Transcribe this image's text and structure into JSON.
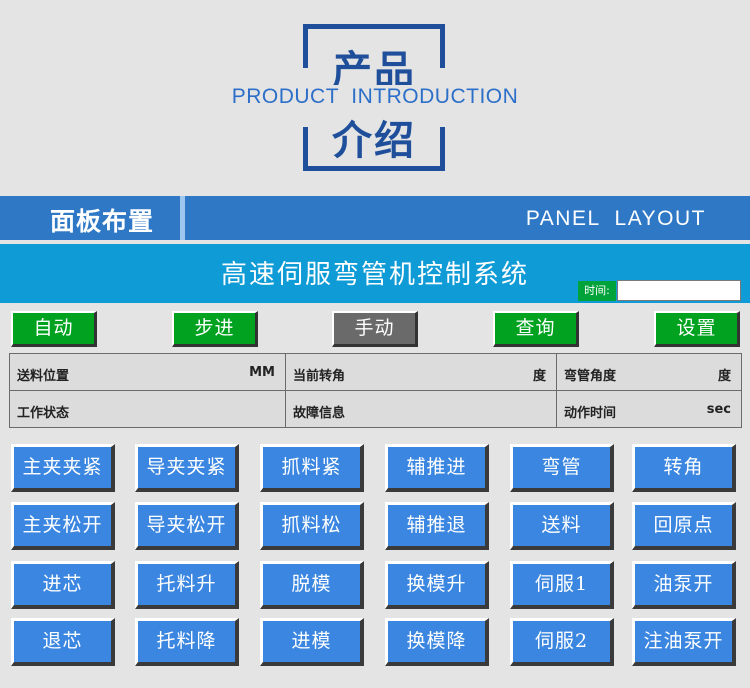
{
  "hero": {
    "title_top": "产品",
    "title_en": "PRODUCT  INTRODUCTION",
    "title_bottom": "介绍"
  },
  "banner": {
    "cn": "面板布置",
    "en": "PANEL  LAYOUT"
  },
  "system": {
    "title": "高速伺服弯管机控制系统",
    "time_label": "时间:",
    "time_value": ""
  },
  "modes": [
    {
      "label": "自动",
      "state": "normal"
    },
    {
      "label": "步进",
      "state": "normal"
    },
    {
      "label": "手动",
      "state": "active"
    },
    {
      "label": "查询",
      "state": "normal"
    },
    {
      "label": "设置",
      "state": "normal"
    }
  ],
  "info": {
    "feed_position": {
      "label": "送料位置",
      "unit": "MM"
    },
    "current_rotation": {
      "label": "当前转角",
      "unit": "度"
    },
    "bend_angle": {
      "label": "弯管角度",
      "unit": "度"
    },
    "work_status": {
      "label": "工作状态"
    },
    "fault_info": {
      "label": "故障信息"
    },
    "action_time": {
      "label": "动作时间",
      "unit": "sec"
    }
  },
  "buttons": [
    [
      "主夹夹紧",
      "导夹夹紧",
      "抓料紧",
      "辅推进",
      "弯管",
      "转角"
    ],
    [
      "主夹松开",
      "导夹松开",
      "抓料松",
      "辅推退",
      "送料",
      "回原点"
    ],
    [
      "进芯",
      "托料升",
      "脱模",
      "换模升",
      "伺服1",
      "油泵开"
    ],
    [
      "退芯",
      "托料降",
      "进模",
      "换模降",
      "伺服2",
      "注油泵开"
    ]
  ],
  "colors": {
    "brand_blue": "#1f4f9a",
    "banner_blue": "#2e78c6",
    "title_bar": "#0f9bd6",
    "mode_green": "#00a21f",
    "mode_active_gray": "#6a6a6a",
    "function_button": "#3a86e0"
  }
}
